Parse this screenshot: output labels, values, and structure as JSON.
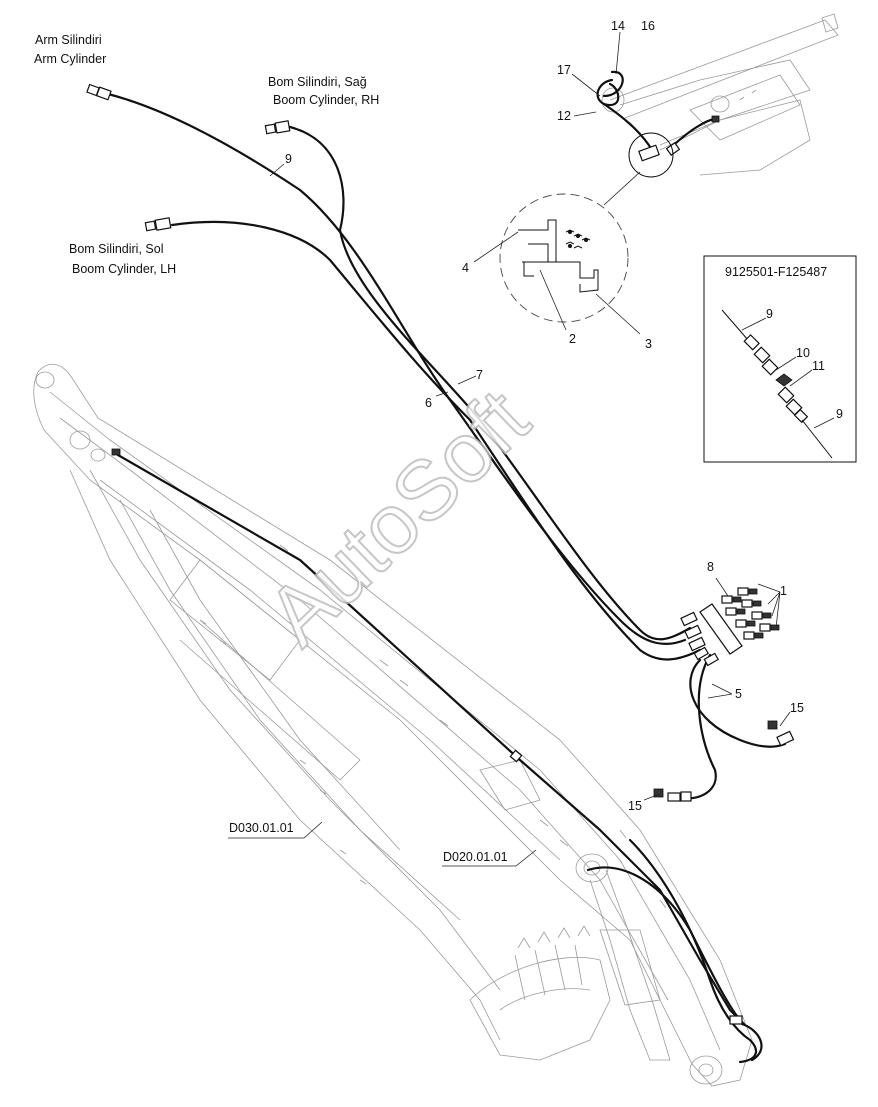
{
  "labels": {
    "arm_cylinder": [
      "Arm Silindiri",
      "Arm Cylinder"
    ],
    "boom_cylinder_rh": [
      "Bom Silindiri, Sağ",
      "Boom Cylinder, RH"
    ],
    "boom_cylinder_lh": [
      "Bom Silindiri, Sol",
      "Boom Cylinder, LH"
    ]
  },
  "inset": {
    "title": "9125501-F125487",
    "callouts": [
      "9",
      "10",
      "11",
      "9"
    ]
  },
  "callouts": {
    "c1": "1",
    "c2": "2",
    "c3": "3",
    "c4": "4",
    "c5": "5",
    "c6": "6",
    "c7": "7",
    "c8": "8",
    "c9": "9",
    "c12": "12",
    "c14": "14",
    "c15a": "15",
    "c15b": "15",
    "c16": "16",
    "c17": "17"
  },
  "references": {
    "ref_d030": "D030.01.01",
    "ref_d020": "D020.01.01"
  },
  "watermark": "AutoSoft"
}
